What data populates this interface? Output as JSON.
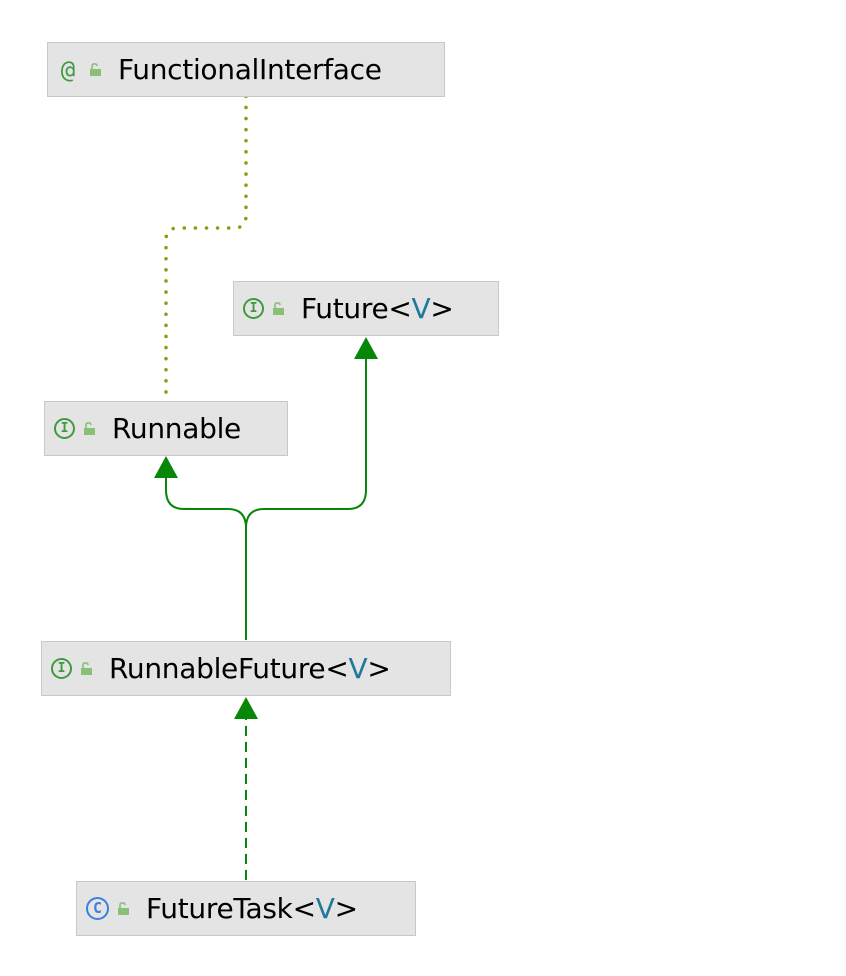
{
  "diagram": {
    "nodes": [
      {
        "id": "functional_interface",
        "kind_icon": "annotation-icon",
        "kind_glyph": "@",
        "access_icon": "public-lock-icon",
        "name": "FunctionalInterface",
        "type_param": null
      },
      {
        "id": "future",
        "kind_icon": "interface-icon",
        "kind_glyph": "I",
        "access_icon": "public-lock-icon",
        "name": "Future",
        "type_param": "V"
      },
      {
        "id": "runnable",
        "kind_icon": "interface-icon",
        "kind_glyph": "I",
        "access_icon": "public-lock-icon",
        "name": "Runnable",
        "type_param": null
      },
      {
        "id": "runnable_future",
        "kind_icon": "interface-icon",
        "kind_glyph": "I",
        "access_icon": "public-lock-icon",
        "name": "RunnableFuture",
        "type_param": "V"
      },
      {
        "id": "future_task",
        "kind_icon": "class-icon",
        "kind_glyph": "C",
        "access_icon": "public-lock-icon",
        "name": "FutureTask",
        "type_param": "V"
      }
    ],
    "edges": [
      {
        "from": "runnable",
        "to": "functional_interface",
        "relation": "annotated-with",
        "style": "dotted"
      },
      {
        "from": "runnable_future",
        "to": "runnable",
        "relation": "extends",
        "style": "solid"
      },
      {
        "from": "runnable_future",
        "to": "future",
        "relation": "extends",
        "style": "solid"
      },
      {
        "from": "future_task",
        "to": "runnable_future",
        "relation": "implements",
        "style": "dashed"
      }
    ],
    "colors": {
      "node_fill": "#e4e4e4",
      "node_border": "#c8c8c8",
      "interface_green": "#3f9a3f",
      "class_blue": "#3d7fe0",
      "type_param_teal": "#20789a",
      "inheritance_arrow": "#078707",
      "annotation_dots": "#8f9a10",
      "lock_green": "#88c078"
    }
  }
}
